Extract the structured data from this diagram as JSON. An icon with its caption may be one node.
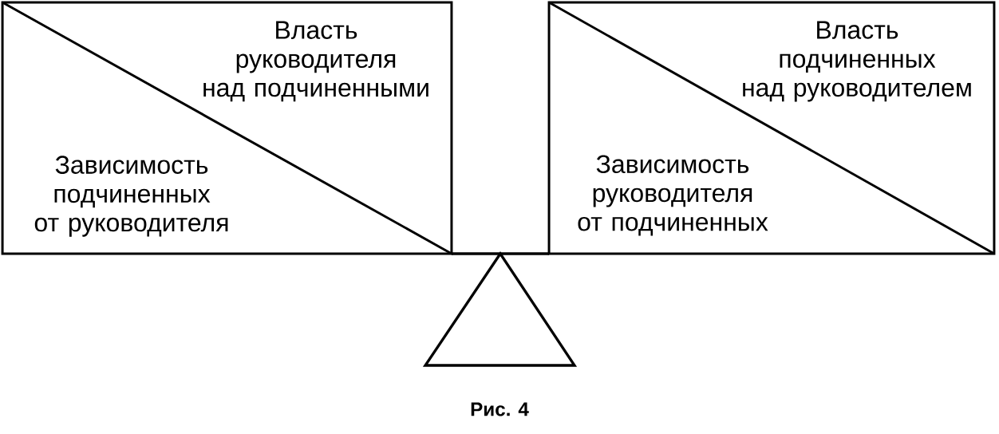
{
  "diagram": {
    "caption": "Рис. 4",
    "nodes": [
      {
        "text": [
          "Власть руководителя над подчиненными",
          "Зависимость подчиненных от руководителя"
        ]
      },
      {
        "text": [
          "Власть подчиненных над руководителем",
          "Зависимость руководителя от подчиненных"
        ]
      }
    ],
    "edges": [
      {
        "from": 0,
        "to": 1,
        "arrow": "none"
      }
    ]
  }
}
